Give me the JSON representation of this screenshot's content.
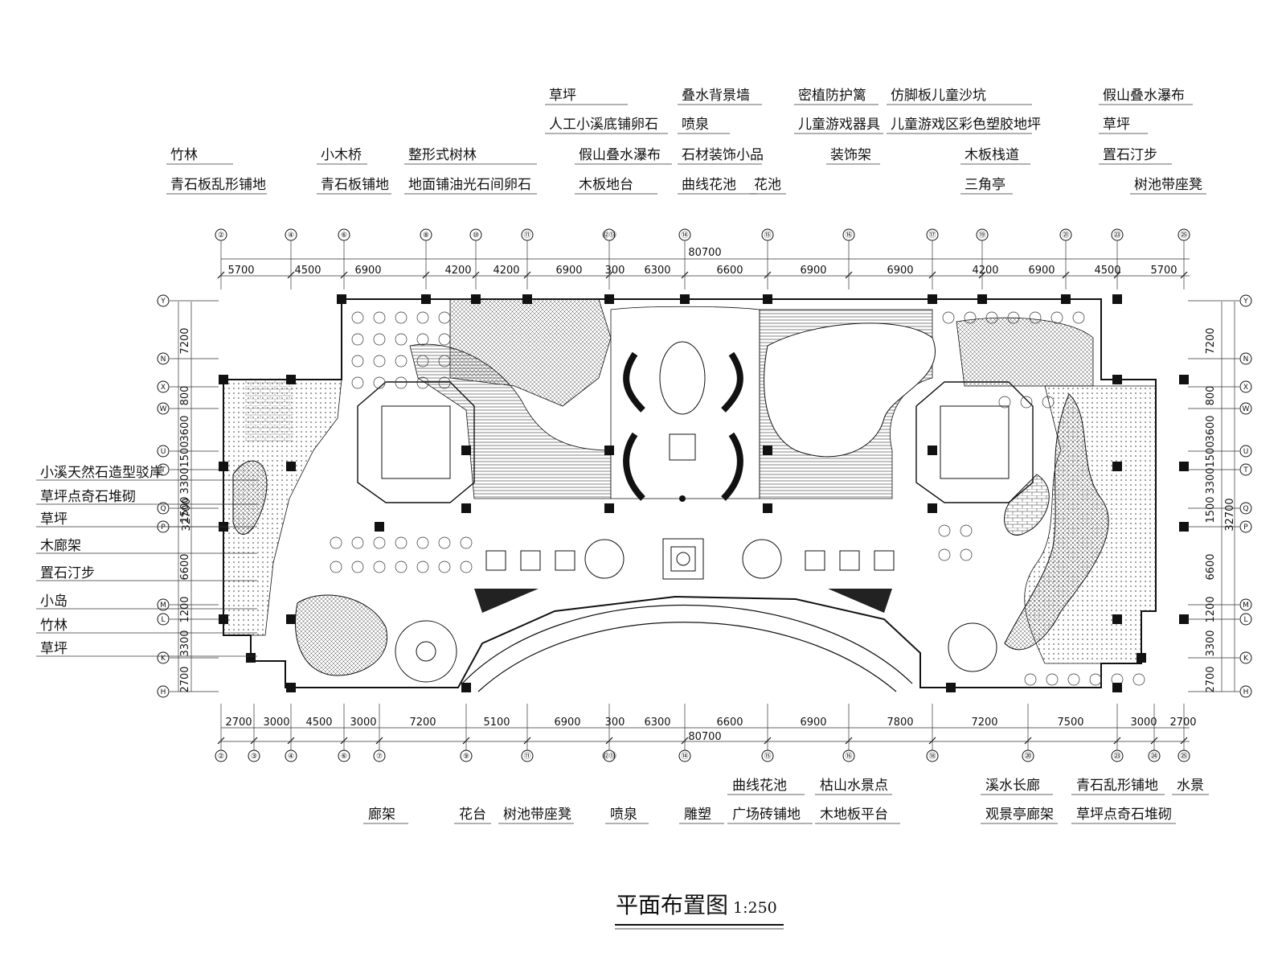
{
  "title": "平面布置图",
  "scale": "1:250",
  "total_dimension": "80700",
  "top_dimensions": [
    "5700",
    "4500",
    "6900",
    "4200",
    "4200",
    "6900",
    "300",
    "6300",
    "6600",
    "6900",
    "6900",
    "4200",
    "6900",
    "4500",
    "5700"
  ],
  "bottom_dimensions": [
    "2700",
    "3000",
    "4500",
    "3000",
    "7200",
    "5100",
    "6900",
    "300",
    "6300",
    "6600",
    "6900",
    "7800",
    "7200",
    "7500",
    "3000",
    "2700"
  ],
  "left_dimensions": [
    "7200",
    "800",
    "3600",
    "1500",
    "3300",
    "1500",
    "6600",
    "1200",
    "3300",
    "2700"
  ],
  "right_dimensions": [
    "7200",
    "800",
    "3600",
    "1500",
    "3300",
    "1500",
    "6600",
    "1200",
    "3300",
    "2700"
  ],
  "side_total": "32700",
  "top_axes": [
    "②",
    "④",
    "⑥",
    "⑧",
    "⑩",
    "⑪",
    "⑫⑬",
    "⑭",
    "⑮",
    "⑯",
    "⑰",
    "⑲",
    "㉑",
    "㉓",
    "㉕"
  ],
  "bottom_axes": [
    "②",
    "③",
    "④",
    "⑥",
    "⑦",
    "⑨",
    "⑪",
    "⑫⑬",
    "⑭",
    "⑮",
    "⑯",
    "⑱",
    "⑳",
    "㉓",
    "㉔",
    "㉕"
  ],
  "row_axes": [
    "Y",
    "N",
    "X",
    "W",
    "U",
    "T",
    "Q",
    "P",
    "M",
    "L",
    "K",
    "H"
  ],
  "top_labels_upper": [
    {
      "text": "竹林"
    },
    {
      "text": "小木桥"
    },
    {
      "text": "整形式树林"
    },
    {
      "text": "草坪"
    },
    {
      "text": "人工小溪底铺卵石"
    },
    {
      "text": "假山叠水瀑布"
    },
    {
      "text": "叠水背景墙"
    },
    {
      "text": "喷泉"
    },
    {
      "text": "石材装饰小品"
    },
    {
      "text": "密植防护篱"
    },
    {
      "text": "儿童游戏器具"
    },
    {
      "text": "装饰架"
    },
    {
      "text": "仿脚板儿童沙坑"
    },
    {
      "text": "儿童游戏区彩色塑胶地坪"
    },
    {
      "text": "木板栈道"
    },
    {
      "text": "假山叠水瀑布"
    },
    {
      "text": "草坪"
    },
    {
      "text": "置石汀步"
    }
  ],
  "top_labels_lower": [
    {
      "text": "青石板乱形铺地"
    },
    {
      "text": "青石板铺地"
    },
    {
      "text": "地面铺油光石间卵石"
    },
    {
      "text": "木板地台"
    },
    {
      "text": "曲线花池"
    },
    {
      "text": "花池"
    },
    {
      "text": "三角亭"
    },
    {
      "text": "树池带座凳"
    }
  ],
  "left_labels": [
    "小溪天然石造型驳岸",
    "草坪点奇石堆砌",
    "草坪",
    "木廊架",
    "置石汀步",
    "小岛",
    "竹林",
    "草坪"
  ],
  "bottom_labels": [
    {
      "text": "廊架"
    },
    {
      "text": "花台"
    },
    {
      "text": "树池带座凳"
    },
    {
      "text": "喷泉"
    },
    {
      "text": "雕塑"
    },
    {
      "text": "曲线花池"
    },
    {
      "text": "广场砖铺地"
    },
    {
      "text": "枯山水景点"
    },
    {
      "text": "木地板平台"
    },
    {
      "text": "溪水长廊"
    },
    {
      "text": "观景亭廊架"
    },
    {
      "text": "青石乱形铺地"
    },
    {
      "text": "草坪点奇石堆砌"
    },
    {
      "text": "水景"
    }
  ]
}
